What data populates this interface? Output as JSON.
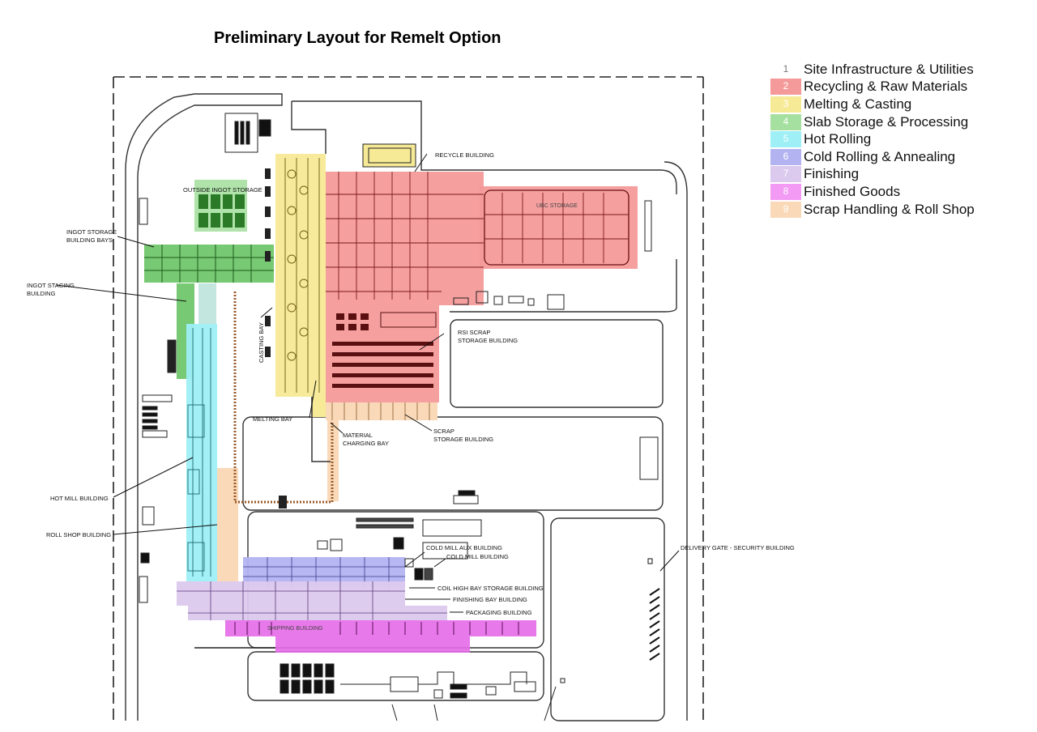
{
  "title": "Preliminary Layout for Remelt Option",
  "legend": [
    {
      "num": "1",
      "label": "Site Infrastructure & Utilities",
      "color": "#ffffff",
      "numColor": "#777777"
    },
    {
      "num": "2",
      "label": "Recycling & Raw Materials",
      "color": "#f49a9a",
      "numColor": "#ffffff"
    },
    {
      "num": "3",
      "label": "Melting & Casting",
      "color": "#f7ea96",
      "numColor": "#ffffff"
    },
    {
      "num": "4",
      "label": "Slab Storage & Processing",
      "color": "#a6e0a0",
      "numColor": "#ffffff"
    },
    {
      "num": "5",
      "label": "Hot Rolling",
      "color": "#9eeff6",
      "numColor": "#ffffff"
    },
    {
      "num": "6",
      "label": "Cold Rolling & Annealing",
      "color": "#b3b3f2",
      "numColor": "#ffffff"
    },
    {
      "num": "7",
      "label": "Finishing",
      "color": "#dcc9ee",
      "numColor": "#ffffff"
    },
    {
      "num": "8",
      "label": "Finished Goods",
      "color": "#f39af5",
      "numColor": "#ffffff"
    },
    {
      "num": "9",
      "label": "Scrap Handling & Roll Shop",
      "color": "#f9d9b8",
      "numColor": "#ffffff"
    }
  ],
  "labels": {
    "recycle_building": "RECYCLE BUILDING",
    "outside_ingot_storage": "OUTSIDE INGOT STORAGE",
    "ingot_storage_bays_1": "INGOT STORAGE",
    "ingot_storage_bays_2": "BUILDING BAYS",
    "ingot_staging_1": "INGOT STAGING",
    "ingot_staging_2": "BUILDING",
    "casting_bay": "CASTING BAY",
    "rsi_scrap_1": "RSI SCRAP",
    "rsi_scrap_2": "STORAGE BUILDING",
    "melting_bay": "MELTING BAY",
    "material_charging_1": "MATERIAL",
    "material_charging_2": "CHARGING BAY",
    "scrap_storage_1": "SCRAP",
    "scrap_storage_2": "STORAGE BUILDING",
    "hot_mill_building": "HOT MILL BUILDING",
    "roll_shop_building": "ROLL SHOP BUILDING",
    "cold_mill_aux_building": "COLD MILL AUX BUILDING",
    "cold_mill_building": "COLD MILL BUILDING",
    "coil_high_bay": "COIL HIGH BAY STORAGE BUILDING",
    "finishing_bay": "FINISHING BAY BUILDING",
    "packaging_building": "PACKAGING BUILDING",
    "shipping_building": "SHIPPING BUILDING",
    "delivery_gate": "DELIVERY GATE - SECURITY BUILDING",
    "ubc_storage": "UBC STORAGE"
  }
}
